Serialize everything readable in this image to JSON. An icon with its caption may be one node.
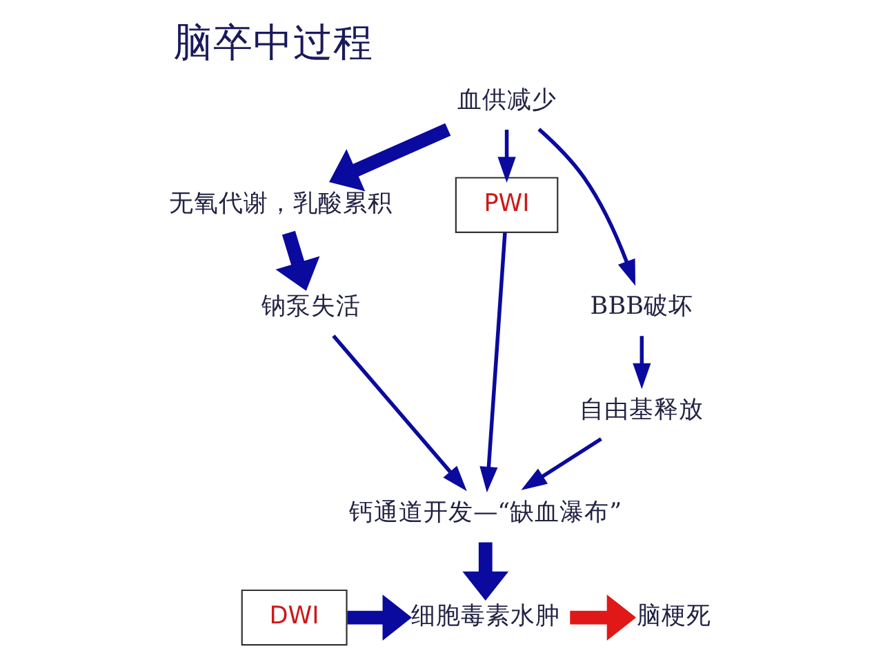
{
  "diagram": {
    "title": "脑卒中过程",
    "nodes": [
      {
        "text": [
          "血供减少"
        ]
      },
      {
        "text": [
          "无氧代谢，乳酸累积"
        ]
      },
      {
        "text": [
          "PWI"
        ]
      },
      {
        "text": [
          "钠泵失活"
        ]
      },
      {
        "text": [
          "自由基释放"
        ]
      },
      {
        "text": [
          "BBB破坏"
        ]
      },
      {
        "text": [
          "钙通道开发—“缺血瀑布”"
        ]
      },
      {
        "text": [
          "DWI"
        ]
      },
      {
        "text": [
          "细胞毒素水肿"
        ]
      },
      {
        "text": [
          "脑梗死"
        ]
      }
    ],
    "edges": [
      {
        "from": 0,
        "to": 2,
        "arrow": "to"
      },
      {
        "from": 0,
        "to": 1,
        "arrow": "to",
        "style": "thick"
      },
      {
        "from": 0,
        "to": 5,
        "arrow": "to"
      },
      {
        "from": 1,
        "to": 3,
        "arrow": "to",
        "style": "thick"
      },
      {
        "from": 5,
        "to": 4,
        "arrow": "to"
      },
      {
        "from": 2,
        "to": 6,
        "arrow": "to"
      },
      {
        "from": 3,
        "to": 6,
        "arrow": "to"
      },
      {
        "from": 4,
        "to": 6,
        "arrow": "to"
      },
      {
        "from": 6,
        "to": 8,
        "arrow": "to",
        "style": "thick"
      },
      {
        "from": 7,
        "to": 8,
        "arrow": "to",
        "style": "thick"
      },
      {
        "from": 8,
        "to": 9,
        "arrow": "to",
        "style": "thick",
        "color": "#e01818"
      }
    ]
  }
}
